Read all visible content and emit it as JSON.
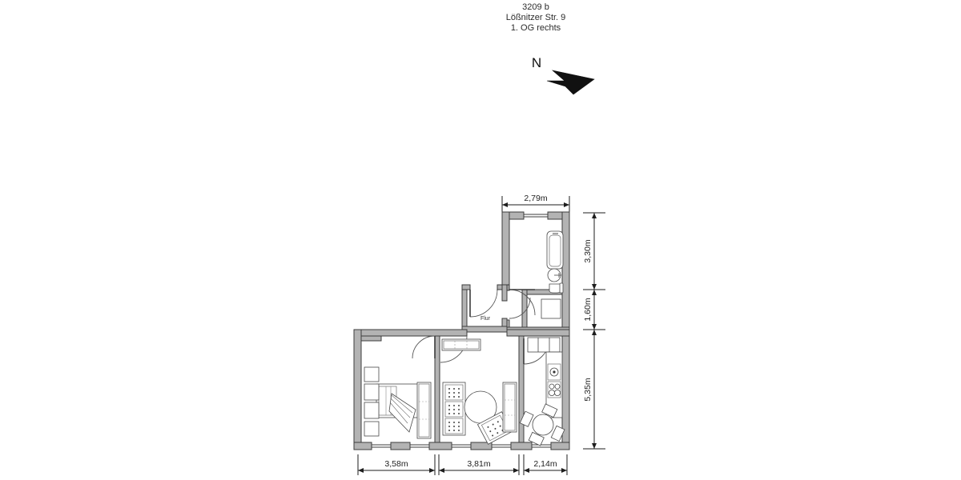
{
  "header": {
    "line1": "3209 b",
    "line2": "Lößnitzer Str. 9",
    "line3": "1. OG rechts"
  },
  "compass": {
    "label": "N",
    "icon": "north-arrow-icon",
    "direction": "arrow points lower-left"
  },
  "rooms": [
    {
      "id": "flur",
      "label": "Flur"
    },
    {
      "id": "bedroom",
      "label": ""
    },
    {
      "id": "living",
      "label": ""
    },
    {
      "id": "kitchen",
      "label": ""
    },
    {
      "id": "bath",
      "label": ""
    },
    {
      "id": "wc",
      "label": ""
    }
  ],
  "dimensions": {
    "top": [
      {
        "id": "dim-top-279",
        "value": "2,79m"
      }
    ],
    "right": [
      {
        "id": "dim-right-330",
        "value": "3,30m"
      },
      {
        "id": "dim-right-160",
        "value": "1,60m"
      },
      {
        "id": "dim-right-535",
        "value": "5,35m"
      }
    ],
    "bottom": [
      {
        "id": "dim-bottom-358",
        "value": "3,58m"
      },
      {
        "id": "dim-bottom-381",
        "value": "3,81m"
      },
      {
        "id": "dim-bottom-214",
        "value": "2,14m"
      }
    ]
  },
  "colors": {
    "wall": "#b3b3b3",
    "wall_stroke": "#3c3c3c",
    "furniture_stroke": "#4a4a4a",
    "text": "#2b2b2b",
    "background": "#ffffff"
  },
  "furniture": {
    "bath": [
      "bathtub",
      "sink-round",
      "toilet"
    ],
    "wc": [
      "washer-box"
    ],
    "bedroom": [
      "double-bed",
      "nightstand-left-top",
      "nightstand-left-mid",
      "nightstand-left-bottom",
      "wardrobe"
    ],
    "living": [
      "sideboard-top",
      "sofa-three-seat",
      "round-table",
      "armchair",
      "shelf-right"
    ],
    "kitchen": [
      "upper-cabinets",
      "sink",
      "stove-four-burner",
      "counter",
      "dining-table-round",
      "chair-top",
      "chair-left",
      "chair-right",
      "chair-bottom"
    ]
  }
}
